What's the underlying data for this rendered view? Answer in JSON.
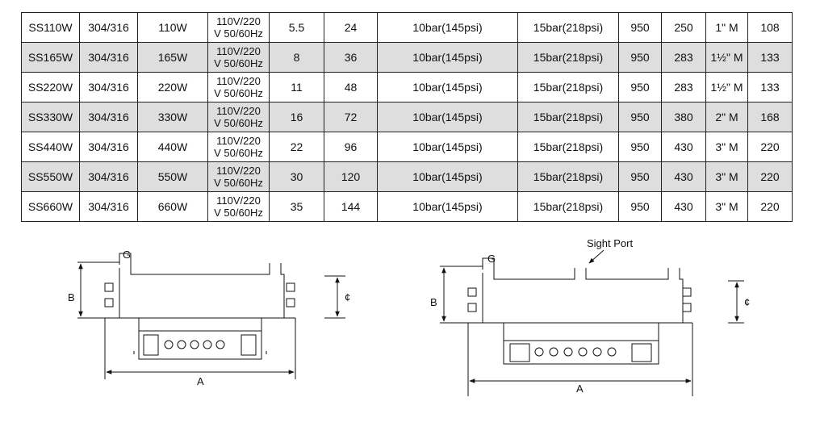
{
  "table": {
    "rows": [
      {
        "model": "SS110W",
        "material": "304/316",
        "power": "110W",
        "voltage_line1": "110V/220",
        "voltage_line2": "V 50/60Hz",
        "col5": "5.5",
        "col6": "24",
        "pressure_working": "10bar(145psi)",
        "pressure_test": "15bar(218psi)",
        "col9": "950",
        "col10": "250",
        "connection": "1\" M",
        "col12": "108"
      },
      {
        "model": "SS165W",
        "material": "304/316",
        "power": "165W",
        "voltage_line1": "110V/220",
        "voltage_line2": "V 50/60Hz",
        "col5": "8",
        "col6": "36",
        "pressure_working": "10bar(145psi)",
        "pressure_test": "15bar(218psi)",
        "col9": "950",
        "col10": "283",
        "connection": "1½\" M",
        "col12": "133"
      },
      {
        "model": "SS220W",
        "material": "304/316",
        "power": "220W",
        "voltage_line1": "110V/220",
        "voltage_line2": "V 50/60Hz",
        "col5": "11",
        "col6": "48",
        "pressure_working": "10bar(145psi)",
        "pressure_test": "15bar(218psi)",
        "col9": "950",
        "col10": "283",
        "connection": "1½\" M",
        "col12": "133"
      },
      {
        "model": "SS330W",
        "material": "304/316",
        "power": "330W",
        "voltage_line1": "110V/220",
        "voltage_line2": "V 50/60Hz",
        "col5": "16",
        "col6": "72",
        "pressure_working": "10bar(145psi)",
        "pressure_test": "15bar(218psi)",
        "col9": "950",
        "col10": "380",
        "connection": "2\" M",
        "col12": "168"
      },
      {
        "model": "SS440W",
        "material": "304/316",
        "power": "440W",
        "voltage_line1": "110V/220",
        "voltage_line2": "V 50/60Hz",
        "col5": "22",
        "col6": "96",
        "pressure_working": "10bar(145psi)",
        "pressure_test": "15bar(218psi)",
        "col9": "950",
        "col10": "430",
        "connection": "3\" M",
        "col12": "220"
      },
      {
        "model": "SS550W",
        "material": "304/316",
        "power": "550W",
        "voltage_line1": "110V/220",
        "voltage_line2": "V 50/60Hz",
        "col5": "30",
        "col6": "120",
        "pressure_working": "10bar(145psi)",
        "pressure_test": "15bar(218psi)",
        "col9": "950",
        "col10": "430",
        "connection": "3\" M",
        "col12": "220"
      },
      {
        "model": "SS660W",
        "material": "304/316",
        "power": "660W",
        "voltage_line1": "110V/220",
        "voltage_line2": "V 50/60Hz",
        "col5": "35",
        "col6": "144",
        "pressure_working": "10bar(145psi)",
        "pressure_test": "15bar(218psi)",
        "col9": "950",
        "col10": "430",
        "connection": "3\" M",
        "col12": "220"
      }
    ]
  },
  "diagram_left": {
    "label_g": "G",
    "label_b": "B",
    "label_c": "¢",
    "label_a": "A"
  },
  "diagram_right": {
    "label_g": "G",
    "label_b": "B",
    "label_c": "¢",
    "label_a": "A",
    "sight_port": "Sight Port"
  }
}
